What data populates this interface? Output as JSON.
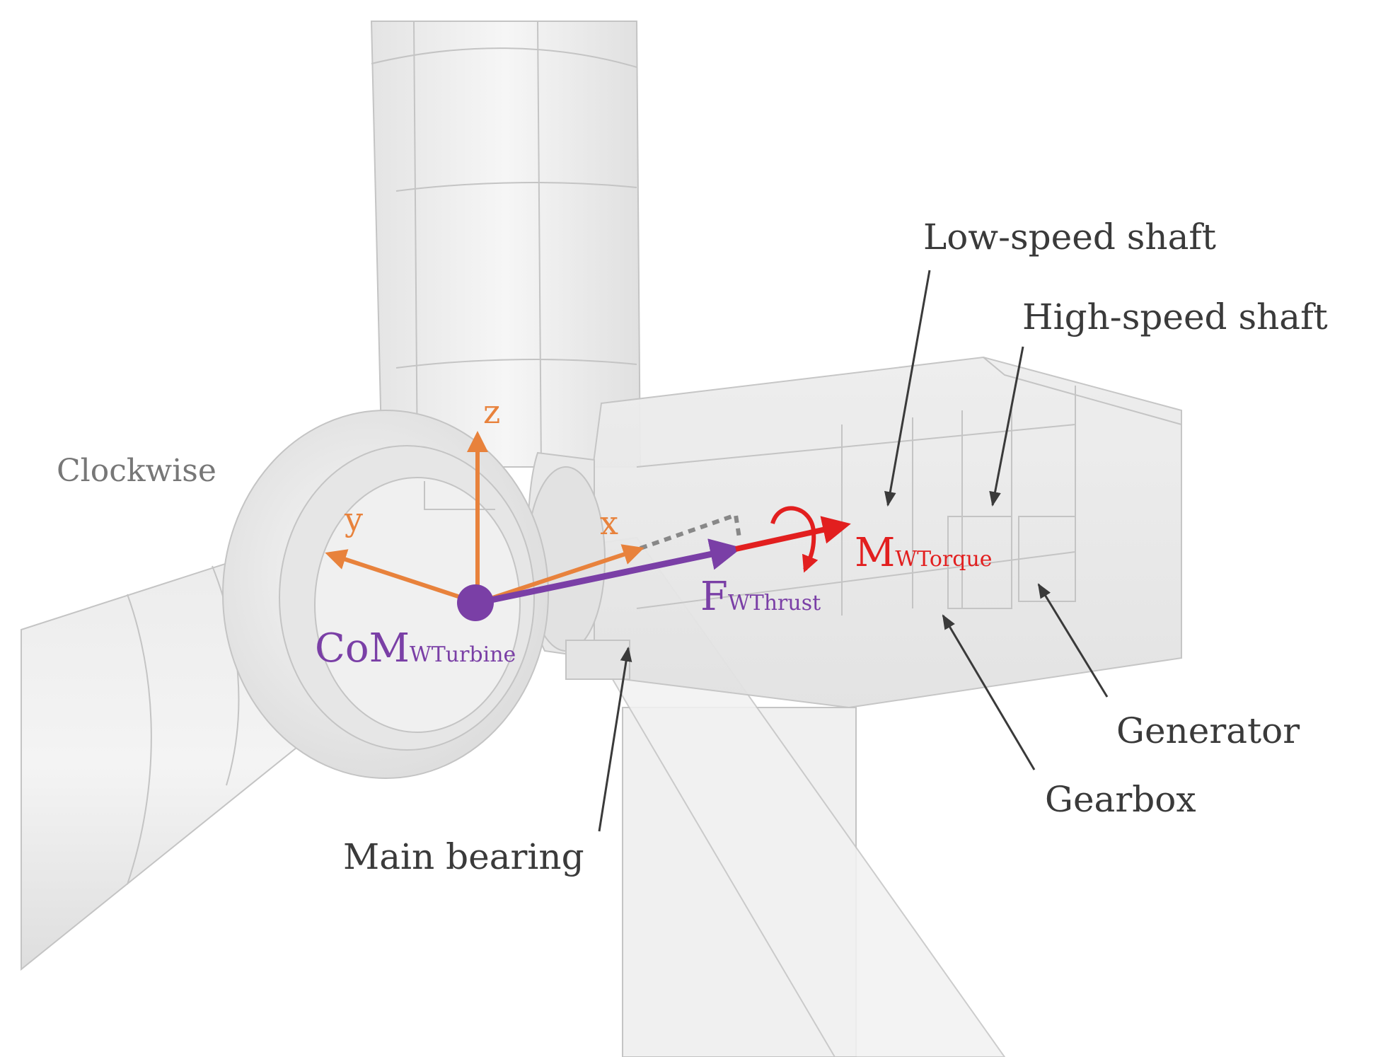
{
  "labels": {
    "low_speed_shaft": "Low-speed shaft",
    "high_speed_shaft": "High-speed shaft",
    "clockwise": "Clockwise",
    "generator": "Generator",
    "gearbox": "Gearbox",
    "main_bearing": "Main bearing"
  },
  "axes": {
    "x": "x",
    "y": "y",
    "z": "z"
  },
  "com": {
    "main": "CoM",
    "sub": "WTurbine"
  },
  "thrust": {
    "main": "F",
    "sub": "WThrust"
  },
  "torque": {
    "main": "M",
    "sub": "WTorque"
  },
  "colors": {
    "axis": "#e8823c",
    "thrust": "#7a3fa6",
    "torque": "#e21f1f",
    "leader": "#3a3a3a",
    "model_fill": "#ececec",
    "model_stroke": "#c4c4c4"
  }
}
